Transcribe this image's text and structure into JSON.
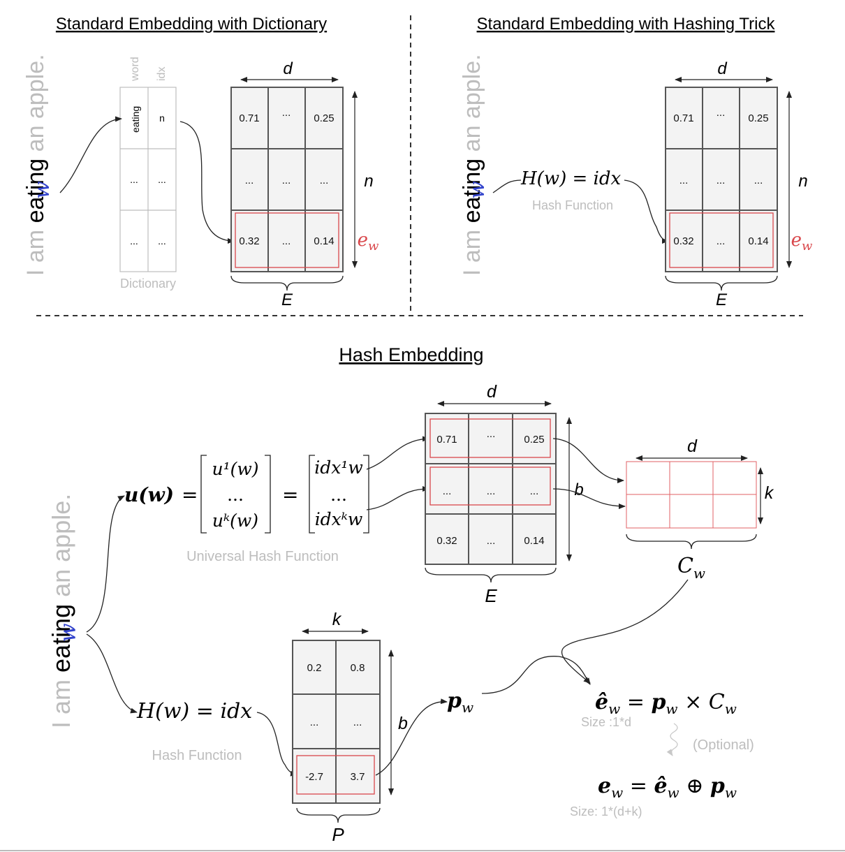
{
  "top_left": {
    "title": "Standard Embedding with Dictionary",
    "sentence": {
      "pre": "I am ",
      "word": "eating",
      "post": " an apple.",
      "var": "w"
    },
    "dictionary": {
      "col_headers": [
        "word",
        "idx"
      ],
      "rows": [
        [
          "eating",
          "n"
        ],
        [
          "...",
          "..."
        ],
        [
          "...",
          "..."
        ]
      ],
      "label": "Dictionary"
    },
    "matrix": {
      "dim_top": "d",
      "dim_side": "n",
      "brace_label": "E",
      "row_label": "e_w",
      "rows": [
        [
          "0.71",
          "...",
          "0.25"
        ],
        [
          "...",
          "...",
          "..."
        ],
        [
          "0.32",
          "...",
          "0.14"
        ]
      ]
    }
  },
  "top_right": {
    "title": "Standard Embedding with Hashing Trick",
    "sentence": {
      "pre": "I am ",
      "word": "eating",
      "post": " an apple.",
      "var": "w"
    },
    "hash_formula": "H(w) = idx",
    "hash_label": "Hash Function",
    "matrix": {
      "dim_top": "d",
      "dim_side": "n",
      "brace_label": "E",
      "row_label": "e_w",
      "rows": [
        [
          "0.71",
          "...",
          "0.25"
        ],
        [
          "...",
          "...",
          "..."
        ],
        [
          "0.32",
          "...",
          "0.14"
        ]
      ]
    }
  },
  "bottom": {
    "title": "Hash Embedding",
    "sentence": {
      "pre": "I am ",
      "word": "eating",
      "post": " an apple.",
      "var": "w"
    },
    "uhash_label": "Universal Hash Function",
    "vec_u": [
      "u¹(w)",
      "...",
      "uᵏ(w)"
    ],
    "vec_idx": [
      "idx¹w",
      "...",
      "idxᵏw"
    ],
    "E": {
      "dim_top": "d",
      "dim_side": "b",
      "brace_label": "E",
      "rows": [
        [
          "0.71",
          "...",
          "0.25"
        ],
        [
          "...",
          "...",
          "..."
        ],
        [
          "0.32",
          "...",
          "0.14"
        ]
      ]
    },
    "C": {
      "dim_top": "d",
      "dim_side": "k",
      "brace_label": "C_w"
    },
    "hash_formula": "H(w) = idx",
    "hash_label": "Hash Function",
    "P": {
      "dim_top": "k",
      "dim_side": "b",
      "brace_label": "P",
      "rows": [
        [
          "0.2",
          "0.8"
        ],
        [
          "...",
          "..."
        ],
        [
          "-2.7",
          "3.7"
        ]
      ]
    },
    "p_w": "p_w",
    "eq1_size": "Size :1*d",
    "optional": "(Optional)",
    "eq2_size": "Size: 1*(d+k)"
  }
}
